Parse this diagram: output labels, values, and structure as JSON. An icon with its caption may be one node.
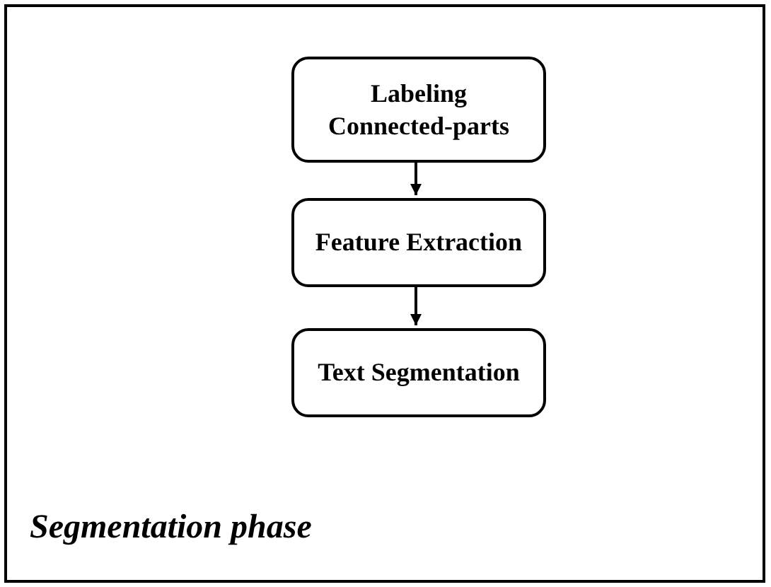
{
  "diagram": {
    "nodes": [
      {
        "text": [
          "Segmentation phase"
        ]
      },
      {
        "text": [
          "Labeling Connected-parts"
        ],
        "in": 0
      },
      {
        "text": [
          "Feature Extraction"
        ],
        "in": 0
      },
      {
        "text": [
          "Text Segmentation"
        ],
        "in": 0
      }
    ],
    "edges": [
      {
        "from": 1,
        "to": 2,
        "arrow": "to"
      },
      {
        "from": 2,
        "to": 3,
        "arrow": "to"
      }
    ]
  }
}
